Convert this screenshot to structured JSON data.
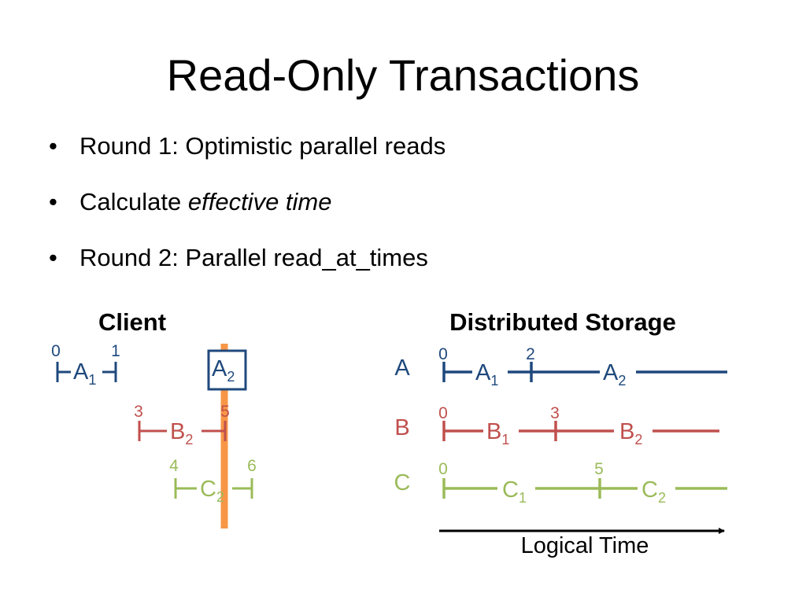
{
  "slide": {
    "title": "Read-Only Transactions",
    "bullets": [
      {
        "text": "Round 1: Optimistic parallel reads",
        "emph": ""
      },
      {
        "text": "Calculate ",
        "emph": "effective time"
      },
      {
        "text": "Round 2: Parallel read_at_times",
        "emph": ""
      }
    ],
    "bullet_symbol": "•"
  },
  "diagram": {
    "client_heading": "Client",
    "storage_heading": "Distributed Storage",
    "logical_time_label": "Logical Time",
    "colors": {
      "A": "#1f497d",
      "B": "#c0504d",
      "C": "#9bbb59",
      "effective_time": "#f79646"
    },
    "client": {
      "A1": {
        "base": "A",
        "sub": "1",
        "start": "0",
        "end": "1"
      },
      "A2": {
        "base": "A",
        "sub": "2"
      },
      "B2": {
        "base": "B",
        "sub": "2",
        "start": "3",
        "end": "5"
      },
      "C2": {
        "base": "C",
        "sub": "2",
        "start": "4",
        "end": "6"
      }
    },
    "storage": {
      "A": {
        "name": "A",
        "start": "0",
        "mid": "2",
        "first": {
          "base": "A",
          "sub": "1"
        },
        "second": {
          "base": "A",
          "sub": "2"
        }
      },
      "B": {
        "name": "B",
        "start": "0",
        "mid": "3",
        "first": {
          "base": "B",
          "sub": "1"
        },
        "second": {
          "base": "B",
          "sub": "2"
        }
      },
      "C": {
        "name": "C",
        "start": "0",
        "mid": "5",
        "first": {
          "base": "C",
          "sub": "1"
        },
        "second": {
          "base": "C",
          "sub": "2"
        }
      }
    }
  }
}
